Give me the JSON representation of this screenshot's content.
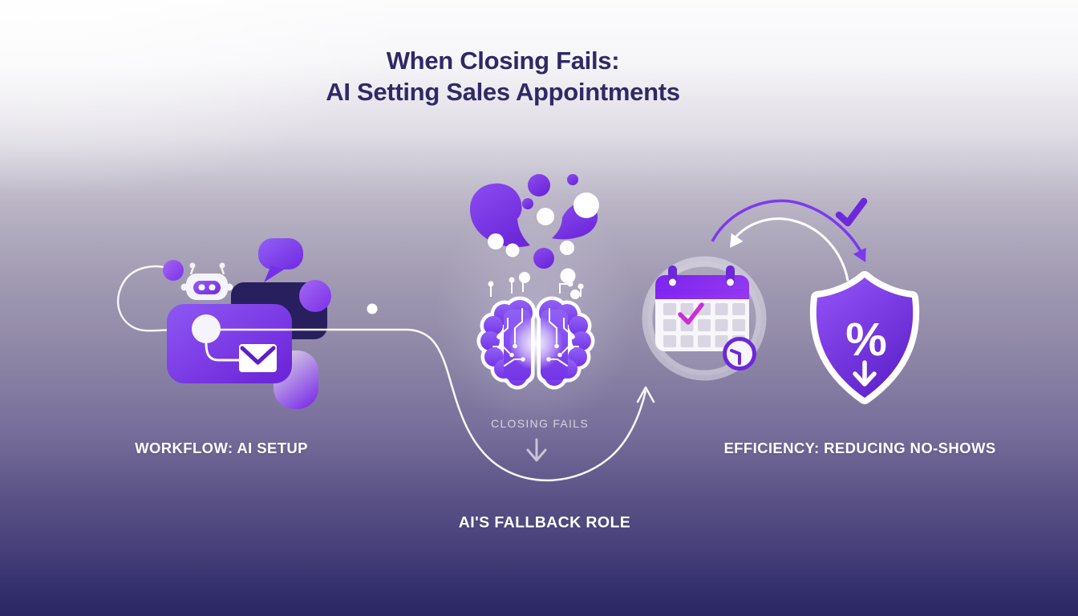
{
  "title": {
    "line1": "When Closing Fails:",
    "line2": "AI Setting Sales Appointments"
  },
  "labels": {
    "workflow": "WORKFLOW: AI SETUP",
    "closing_fails": "CLOSING FAILS",
    "fallback": "AI'S FALLBACK ROLE",
    "efficiency": "EFFICIENCY: REDUCING NO-SHOWS"
  },
  "shield": {
    "symbol": "%"
  },
  "icons": {
    "workflow": [
      "robot-icon",
      "chat-bubble-icon",
      "message-card-icon",
      "envelope-icon"
    ],
    "fallback": [
      "brain-circuit-icon",
      "splash-blobs",
      "down-arrow-icon"
    ],
    "efficiency": [
      "calendar-icon",
      "checkmark-icon",
      "clock-icon",
      "shield-percent-icon",
      "curved-arrows"
    ]
  },
  "colors": {
    "title_text": "#2f2967",
    "accent_purple": "#7c3aed",
    "deep_purple": "#6d28d9",
    "dark_indigo": "#281f5e",
    "magenta_check": "#c92fd4",
    "label_white": "#ffffff",
    "muted_label": "#d6d3df",
    "bg_top": "#fcfcfd",
    "bg_bottom": "#2b2764"
  }
}
